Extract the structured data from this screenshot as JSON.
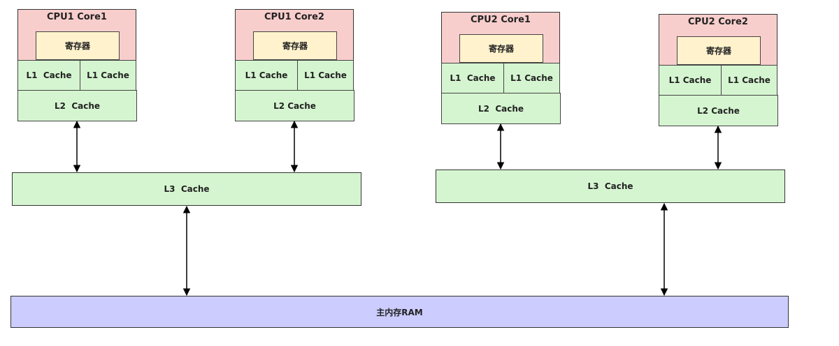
{
  "colors": {
    "cpu_fill": "#f8cecc",
    "register_fill": "#fff2cc",
    "cache_fill": "#d5f5d0",
    "ram_fill": "#ccccff",
    "line": "#000000"
  },
  "cpu1": {
    "core1": {
      "title": "CPU1 Core1",
      "register": "寄存器",
      "l1a": "L1  Cache",
      "l1b": "L1 Cache",
      "l2": "L2  Cache"
    },
    "core2": {
      "title": "CPU1 Core2",
      "register": "寄存器",
      "l1a": "L1 Cache",
      "l1b": "L1 Cache",
      "l2": "L2 Cache"
    },
    "l3": "L3  Cache"
  },
  "cpu2": {
    "core1": {
      "title": "CPU2 Core1",
      "register": "寄存器",
      "l1a": "L1  Cache",
      "l1b": "L1 Cache",
      "l2": "L2  Cache"
    },
    "core2": {
      "title": "CPU2 Core2",
      "register": "寄存器",
      "l1a": "L1 Cache",
      "l1b": "L1 Cache",
      "l2": "L2 Cache"
    },
    "l3": "L3  Cache"
  },
  "ram": "主内存RAM"
}
